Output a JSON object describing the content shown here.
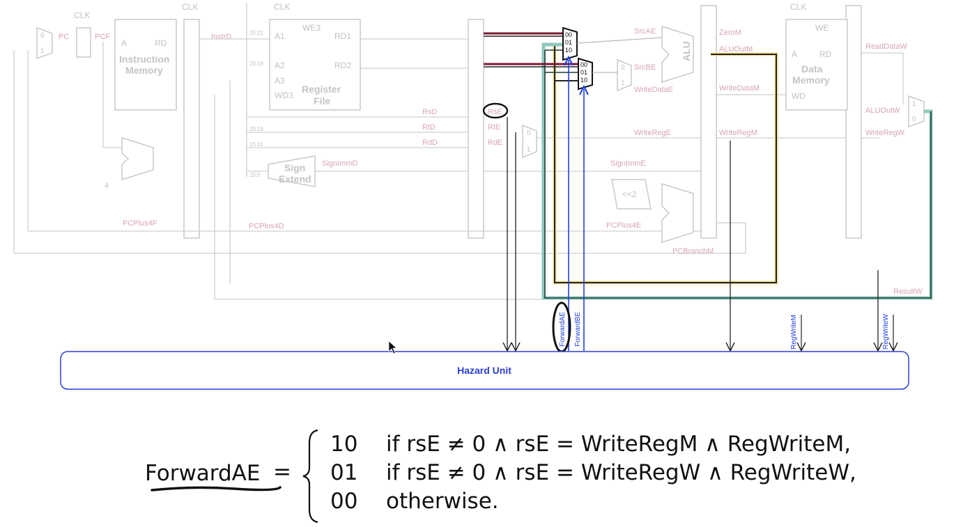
{
  "colors": {
    "faint": "#cfcfcf",
    "signal_pink": "#d6a4b2",
    "hazard_blue": "#1f3fe0",
    "mem_stage_yellow": "#f2dc8c",
    "wb_stage_teal": "#8fc7bd",
    "ink": "#111111"
  },
  "datapath": {
    "clock_labels": [
      "CLK",
      "CLK",
      "CLK",
      "CLK"
    ],
    "pc_labels": {
      "pc": "PC",
      "pcf": "PCF"
    },
    "instruction_memory": {
      "title_line1": "Instruction",
      "title_line2": "Memory",
      "port_a": "A",
      "port_rd": "RD",
      "instr_signal": "InstrD"
    },
    "register_file": {
      "title_line1": "Register",
      "title_line2": "File",
      "a1": "A1",
      "a2": "A2",
      "a3": "A3",
      "wd3": "WD3",
      "we3": "WE3",
      "rd1": "RD1",
      "rd2": "RD2"
    },
    "instr_fields": [
      "25:21",
      "20:16",
      "20:16",
      "15:11",
      "15:0"
    ],
    "decode_signals": [
      "RsD",
      "RtD",
      "RdD"
    ],
    "execute_signals": [
      "RsE",
      "RtE",
      "RdE"
    ],
    "sign_extend": {
      "line1": "Sign",
      "line2": "Extend",
      "out_signal": "SignImmD"
    },
    "adder_const": "4",
    "shift": "<<2",
    "alu": "ALU",
    "data_memory": {
      "title_line1": "Data",
      "title_line2": "Memory",
      "port_a": "A",
      "port_rd": "RD",
      "port_wd": "WD",
      "we": "WE"
    },
    "mux_inputs": [
      "0",
      "1"
    ],
    "wb_mux_inputs": [
      "1",
      "0"
    ],
    "forward_mux_inputs": [
      "00",
      "01",
      "10"
    ],
    "signals": {
      "src_ae": "SrcAE",
      "src_be": "SrcBE",
      "write_data_e": "WriteDataE",
      "write_reg_e": "WriteRegE",
      "sign_imm_e": "SignImmE",
      "pc_plus4_e": "PCPlus4E",
      "pc_plus4_f": "PCPlus4F",
      "pc_plus4_d": "PCPlus4D",
      "zero_m": "ZeroM",
      "alu_out_m": "ALUOutM",
      "write_data_m": "WriteDataM",
      "write_reg_m": "WriteRegM",
      "pc_branch_m": "PCBranchM",
      "read_data_w": "ReadDataW",
      "alu_out_w": "ALUOutW",
      "write_reg_w": "WriteRegW",
      "result_w": "ResultW"
    },
    "hazard_inputs": {
      "reg_write_m": "RegWriteM",
      "reg_write_w": "RegWriteW"
    },
    "hazard_outputs": {
      "forward_ae": "ForwardAE",
      "forward_be": "ForwardBE"
    }
  },
  "hazard_unit": {
    "title": "Hazard Unit"
  },
  "equation": {
    "lhs": "ForwardAE",
    "eq": "=",
    "cases": [
      {
        "value": "10",
        "condition": "if rsE ≠ 0 ∧ rsE = WriteRegM ∧ RegWriteM,"
      },
      {
        "value": "01",
        "condition": "if rsE ≠ 0 ∧ rsE = WriteRegW ∧ RegWriteW,"
      },
      {
        "value": "00",
        "condition": "otherwise."
      }
    ]
  }
}
